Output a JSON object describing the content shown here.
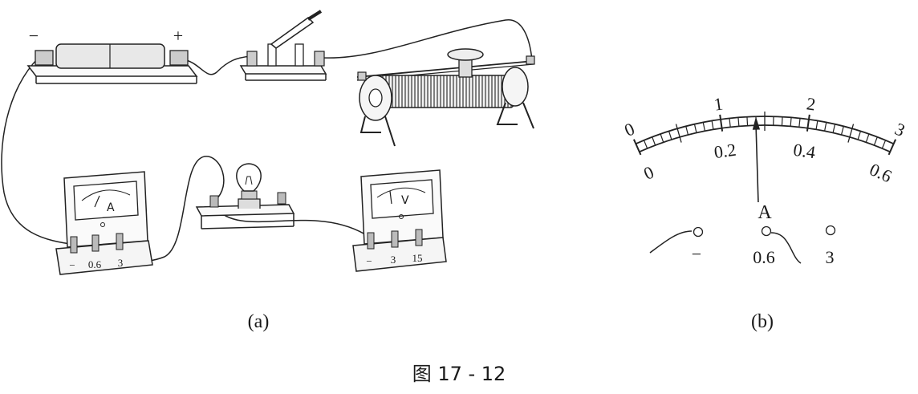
{
  "figure": {
    "caption": "图 17 - 12",
    "panel_a_label": "(a)",
    "panel_b_label": "(b)"
  },
  "panel_a": {
    "battery": {
      "neg_label": "−",
      "pos_label": "+"
    },
    "ammeter": {
      "symbol": "A",
      "terminals": [
        "−",
        "0.6",
        "3"
      ]
    },
    "voltmeter": {
      "symbol": "V",
      "terminals": [
        "−",
        "3",
        "15"
      ]
    }
  },
  "panel_b": {
    "meter_symbol": "A",
    "outer_scale": [
      "0",
      "1",
      "2",
      "3"
    ],
    "inner_scale": [
      "0",
      "0.2",
      "0.4",
      "0.6"
    ],
    "terminals": [
      "−",
      "0.6",
      "3"
    ],
    "needle_reading": 0.28,
    "scale_max": 0.6
  }
}
